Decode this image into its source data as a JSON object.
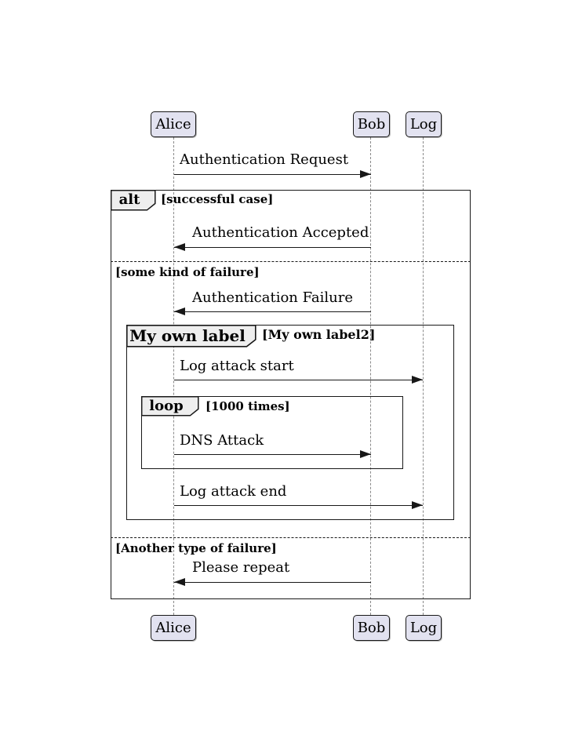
{
  "participants": [
    "Alice",
    "Bob",
    "Log"
  ],
  "messages": {
    "auth_request": "Authentication Request",
    "auth_accepted": "Authentication Accepted",
    "auth_failure": "Authentication Failure",
    "log_attack_start": "Log attack start",
    "dns_attack": "DNS Attack",
    "log_attack_end": "Log attack end",
    "please_repeat": "Please repeat"
  },
  "frames": {
    "alt": {
      "keyword": "alt",
      "guard": "[successful case]"
    },
    "divider_failure": {
      "guard": "[some kind of failure]"
    },
    "group": {
      "keyword": "My own label",
      "guard": "[My own label2]"
    },
    "loop": {
      "keyword": "loop",
      "guard": "[1000 times]"
    },
    "divider_another": {
      "guard": "[Another type of failure]"
    }
  },
  "colors": {
    "participant_fill": "#E2E2F0",
    "frame_label_fill": "#EEEEEE",
    "border": "#181818",
    "lifeline": "#8A8A8A",
    "background": "#FFFFFF"
  }
}
